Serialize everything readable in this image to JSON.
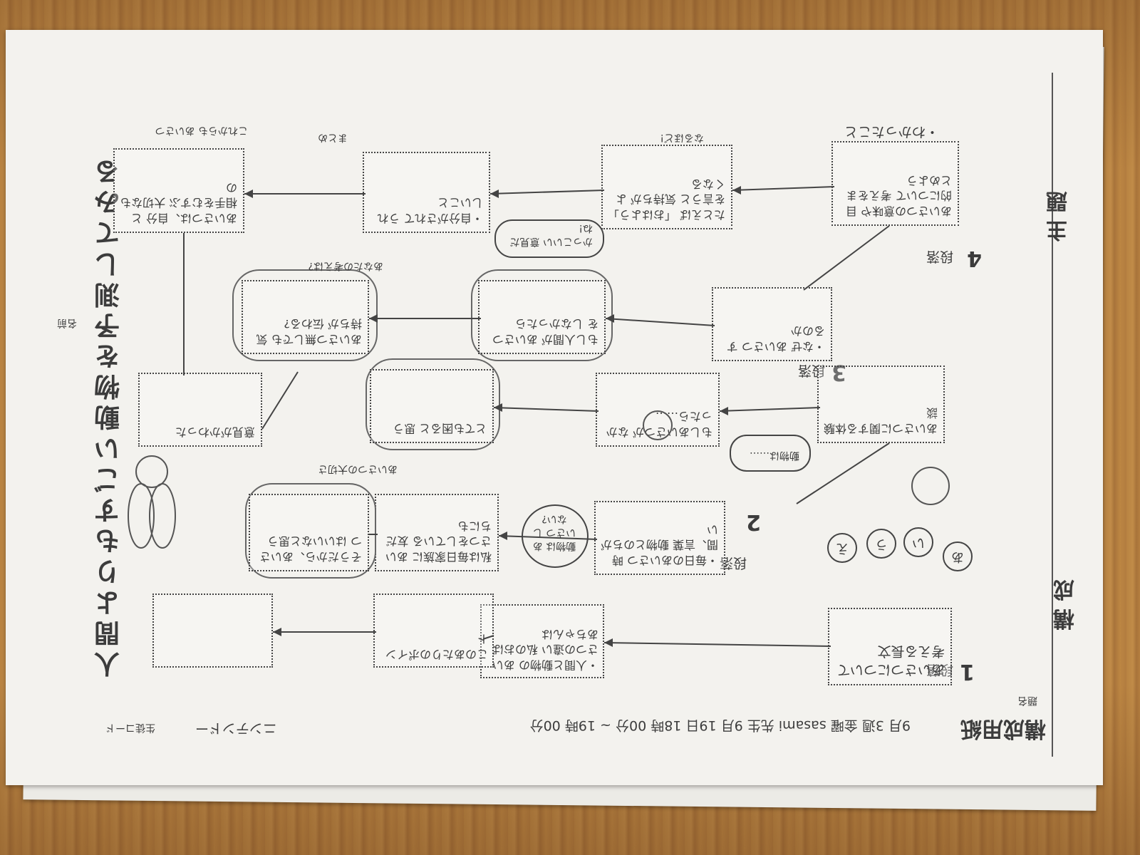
{
  "header": {
    "title": "構成用紙",
    "theme_label": "題名",
    "name_label": "名前",
    "student_label": "生徒コード",
    "subject": "ニンテンドー",
    "date_line": "9月 3週 金曜 sasami 先生 9月 19日 18時 00分 ~ 19時 00分"
  },
  "side_title": "人間よりもすごい動物を予測してみる",
  "sections": {
    "s1": {
      "label": "段落",
      "num": "1",
      "tag": "構成"
    },
    "s2": {
      "label": "段落",
      "num": "2"
    },
    "s3": {
      "label": "段落",
      "num": "3"
    },
    "s4": {
      "label": "段落",
      "num": "4",
      "tag": "主題"
    }
  },
  "boxes": {
    "b1": "あいさつについて考える長文",
    "b2": "・人間と動物の あいさつの違い 私のおばあちゃんは",
    "b3": "このあたりのポイント",
    "b4": "",
    "b5": "・毎日のあいさつ 時間、言葉 動物とのちがい",
    "b6": "私は毎日家族に あいさつをしている 友だちにも",
    "b7": "そうだから、あいさつ はいいなと思う",
    "b8": "あいさつに関する体験談",
    "b9": "もしあいさつが なかったら……",
    "b10": "とても困ると 思う",
    "b11": "意見がかわった",
    "b12": "・なぜ あいさつ するのか",
    "b13": "もし人間が あいさつを しなかったら",
    "b14": "あいさつ無しでも 気持ちが 伝わる?",
    "b15": "あいさつの意味や 目的について 考えをまとめよう",
    "b16": "たとえば 「おはよう」を言うと 気持ちが よくなる",
    "b17": "・自分がされて うれしいこと",
    "b18": "あいさつは、自分 と相手をむすぶ 大切なもの"
  },
  "notes": {
    "n1": "・わかったこと",
    "n2": "動物は……",
    "n3": "かっこいい 意見だね!",
    "n4": "なるほど!",
    "n5": "あなたの考えは?",
    "n6": "動物は あいさつ しない?",
    "n7": "まとめ",
    "n8": "これからも あいさつ",
    "n9": "あいさつの大切さ"
  },
  "circles": [
    "あ",
    "い",
    "う",
    "え"
  ]
}
